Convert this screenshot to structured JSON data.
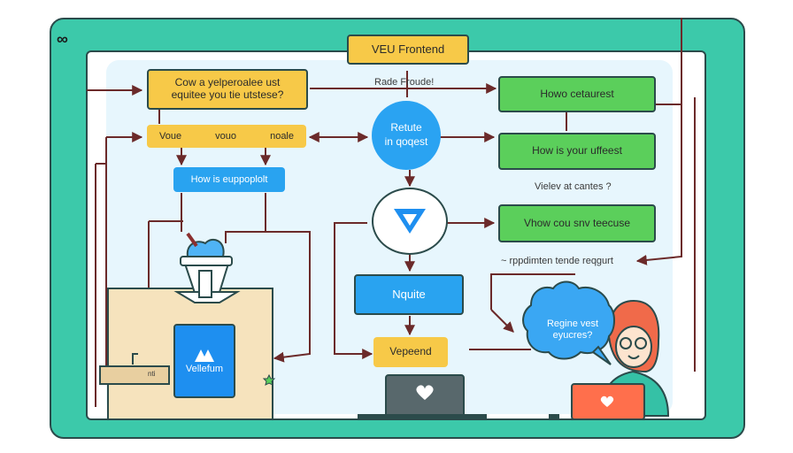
{
  "diagram": {
    "title": "VEU Frontend",
    "subtitle": "Rade Froude!",
    "infinity_mark": "∞",
    "question_box": "Cow a yelperoalee ust\nequitee you tie utstese?",
    "row_labels": [
      "Voue",
      "vouo",
      "noale"
    ],
    "how_box": "How is euppoplolt",
    "route_circle": "Retute\nin qoqest",
    "green_boxes": [
      "Howo cetaurest",
      "How is your uffeest",
      "Vhow cou snv teecuse"
    ],
    "note_1": "Vielev at cantes ?",
    "note_2": "~ rppdimten tende reqgurt",
    "nquite_box": "Nquite",
    "vepeend_box": "Vepeend",
    "card_label": "Vellefum",
    "speech_bubble": "Regine vest\neyucres?",
    "small_sign": "nti"
  },
  "colors": {
    "frame": "#3cc9aa",
    "pane": "#e7f6fd",
    "yellow": "#f7c948",
    "blue": "#29a3f0",
    "green": "#5bcf5b",
    "cardboard": "#f6e3bd",
    "laptop_gray": "#58686c",
    "laptop_orange": "#ff6f4c",
    "outline": "#2b4b4b"
  }
}
